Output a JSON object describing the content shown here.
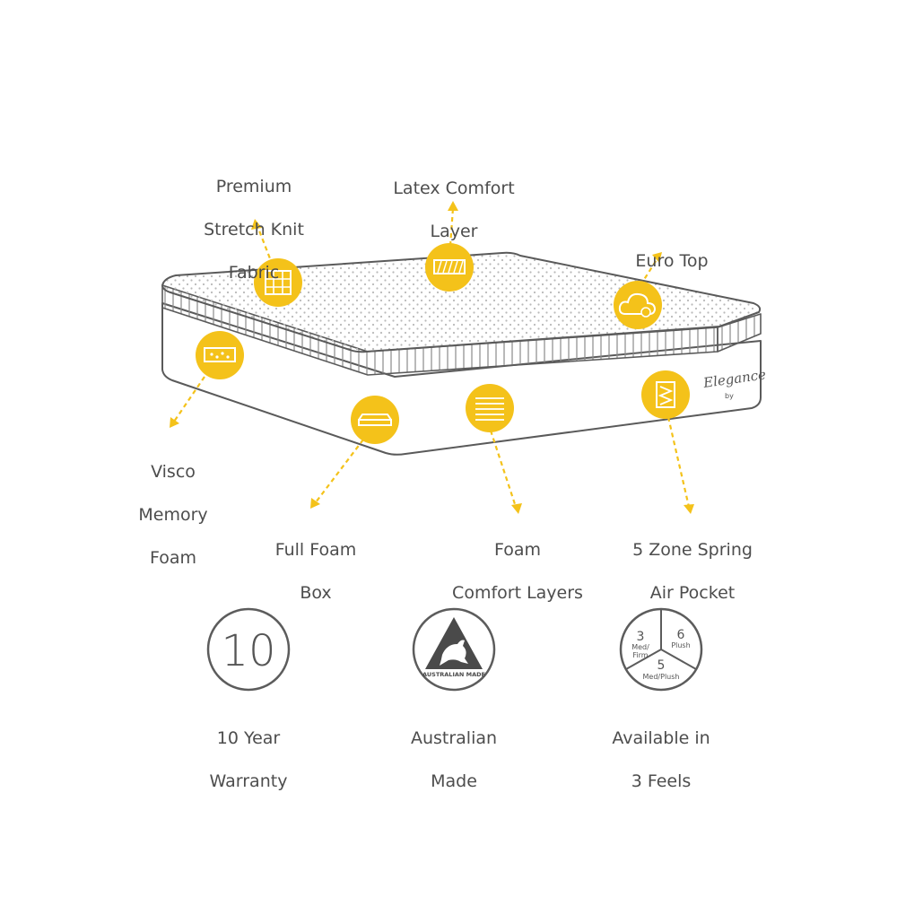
{
  "features": [
    {
      "id": "fabric",
      "lines": [
        "Premium",
        "Stretch Knit",
        "Fabric"
      ],
      "icon": "knit-fabric-icon"
    },
    {
      "id": "latex",
      "lines": [
        "Latex Comfort",
        "Layer"
      ],
      "icon": "latex-layer-icon"
    },
    {
      "id": "eurotop",
      "lines": [
        "Euro Top"
      ],
      "icon": "euro-top-cloud-icon"
    },
    {
      "id": "visco",
      "lines": [
        "Visco",
        "Memory",
        "Foam"
      ],
      "icon": "memory-foam-icon"
    },
    {
      "id": "foambox",
      "lines": [
        "Full Foam",
        "Box"
      ],
      "icon": "foam-box-icon"
    },
    {
      "id": "comfort",
      "lines": [
        "Foam",
        "Comfort Layers"
      ],
      "icon": "comfort-layers-icon"
    },
    {
      "id": "spring",
      "lines": [
        "5 Zone Spring",
        "Air Pocket"
      ],
      "icon": "pocket-spring-icon"
    }
  ],
  "badges": {
    "warranty": {
      "number": "10",
      "lines": [
        "10 Year",
        "Warranty"
      ]
    },
    "australian": {
      "mark": "AUSTRALIAN MADE",
      "lines": [
        "Australian",
        "Made"
      ]
    },
    "feels": {
      "segments": [
        {
          "number": "3",
          "label": "Med/\nFirm"
        },
        {
          "number": "6",
          "label": "Plush"
        },
        {
          "number": "5",
          "label": "Med/Plush"
        }
      ],
      "lines": [
        "Available in",
        "3 Feels"
      ]
    }
  },
  "brand": {
    "script": "Elegance",
    "sub": "by"
  },
  "colors": {
    "accent": "#f4c21a",
    "line": "#5a5a5a",
    "text": "#4d4d4d"
  }
}
